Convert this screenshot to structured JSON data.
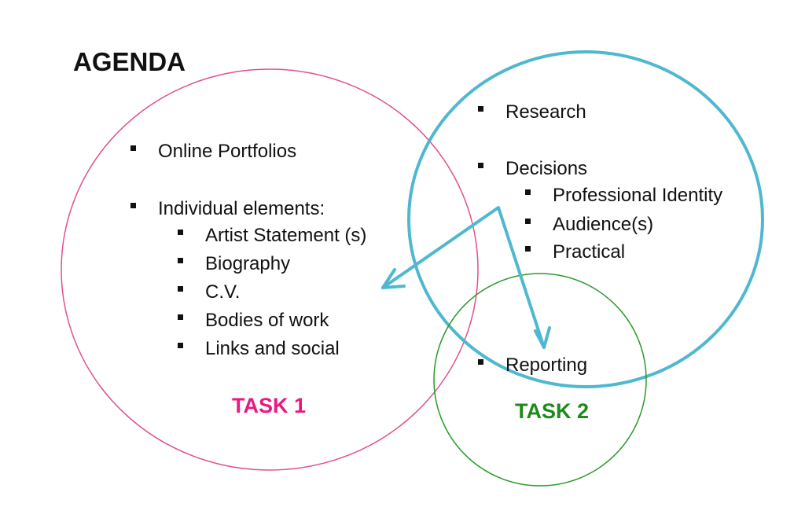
{
  "title": "AGENDA",
  "colors": {
    "task1": "#e8197f",
    "task2": "#1e8a1e",
    "research": "#4fb8d0"
  },
  "task1": {
    "label": "TASK 1",
    "items": [
      "Online Portfolios",
      "Individual elements:"
    ],
    "subitems": [
      "Artist Statement (s)",
      "Biography",
      "C.V.",
      "Bodies of work",
      "Links and social"
    ]
  },
  "research_group": {
    "items": [
      "Research",
      "Decisions"
    ],
    "subitems": [
      "Professional Identity",
      "Audience(s)",
      "Practical"
    ]
  },
  "task2": {
    "label": "TASK 2",
    "items": [
      "Reporting"
    ]
  }
}
